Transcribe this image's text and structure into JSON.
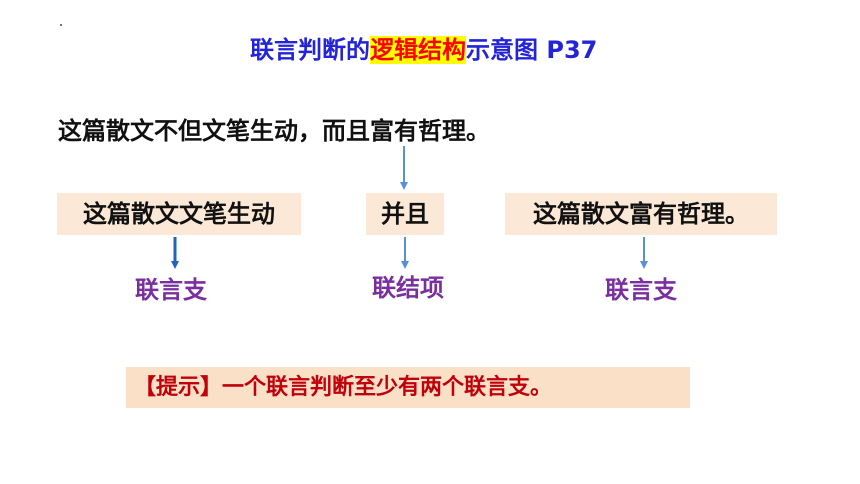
{
  "title": {
    "before": "联言判断的",
    "highlight": "逻辑结构",
    "after": "示意图 P37"
  },
  "sentence": "这篇散文不但文笔生动，而且富有哲理。",
  "boxes": [
    {
      "text": "这篇散文文笔生动"
    },
    {
      "text": "并且"
    },
    {
      "text": "这篇散文富有哲理。"
    }
  ],
  "labels": [
    {
      "text": "联言支"
    },
    {
      "text": "联结项"
    },
    {
      "text": "联言支"
    }
  ],
  "hint": "【提示】一个联言判断至少有两个联言支。",
  "colors": {
    "title": "#2323d8",
    "highlight_bg": "#ffff00",
    "highlight_text": "#ff0000",
    "box_bg": "#fbe8d6",
    "label": "#7a2fa0",
    "hint_bg": "#fbe0c8",
    "hint_text": "#c0000a",
    "arrow": "#5b8fd6"
  }
}
